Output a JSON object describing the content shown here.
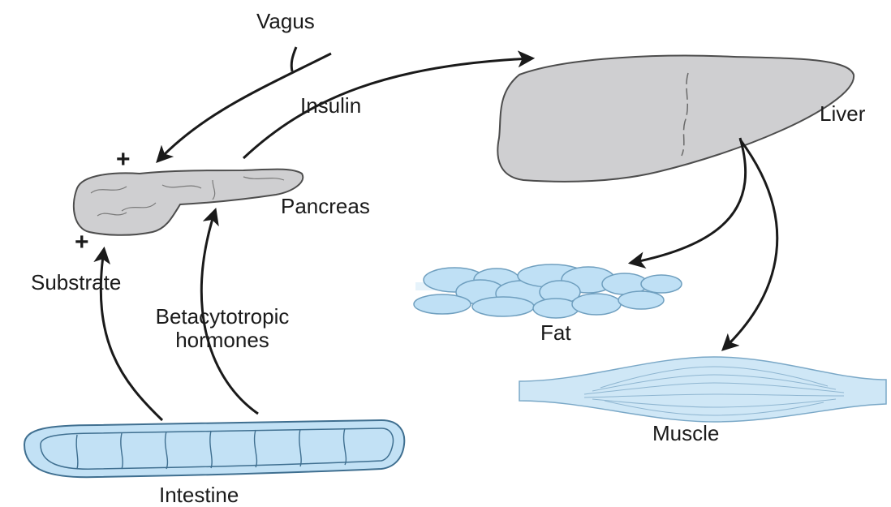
{
  "labels": {
    "vagus": "Vagus",
    "insulin": "Insulin",
    "liver": "Liver",
    "pancreas": "Pancreas",
    "plus_top": "+",
    "plus_bottom": "+",
    "substrate": "Substrate",
    "betacytotropic_line1": "Betacytotropic",
    "betacytotropic_line2": "hormones",
    "fat": "Fat",
    "muscle": "Muscle",
    "intestine": "Intestine"
  },
  "colors": {
    "organ_gray": "#cfcfd1",
    "organ_outline": "#5a5a5a",
    "fat_blue": "#bfe0f5",
    "muscle_blue": "#cfe7f6",
    "intestine_blue": "#c2e1f5",
    "arrow": "#1a1a1a"
  }
}
